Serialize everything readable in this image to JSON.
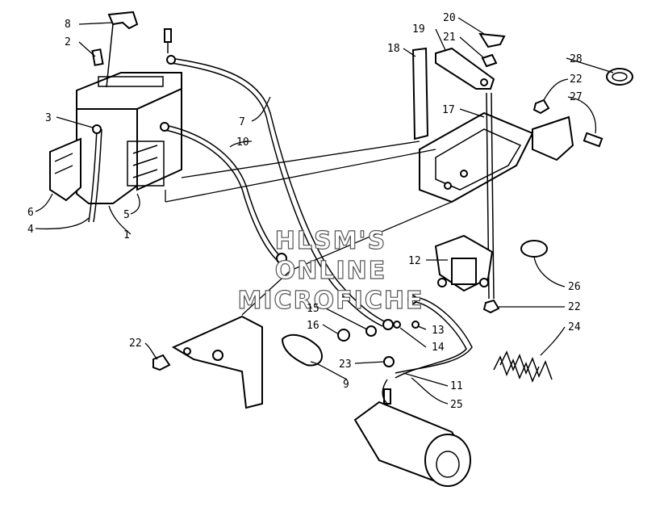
{
  "watermark": {
    "line1": "HLSM'S",
    "line2": "ONLINE",
    "line3": "MICROFICHE"
  },
  "callouts": {
    "c1": "1",
    "c2": "2",
    "c3": "3",
    "c4": "4",
    "c5": "5",
    "c6": "6",
    "c7": "7",
    "c8": "8",
    "c9": "9",
    "c10": "10",
    "c11": "11",
    "c12": "12",
    "c13": "13",
    "c14": "14",
    "c15": "15",
    "c16": "16",
    "c17": "17",
    "c18": "18",
    "c19": "19",
    "c20": "20",
    "c21": "21",
    "c22a": "22",
    "c22b": "22",
    "c22c": "22",
    "c23": "23",
    "c24": "24",
    "c25": "25",
    "c26": "26",
    "c27": "27",
    "c28": "28"
  }
}
